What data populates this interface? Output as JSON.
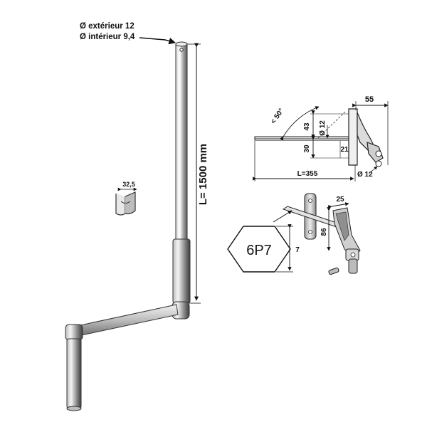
{
  "tube_specs": {
    "outer_diameter": "Ø extérieur 12",
    "inner_diameter": "Ø intérieur 9,4"
  },
  "crank": {
    "length_label": "L= 1500 mm"
  },
  "clip": {
    "width_label": "32,5"
  },
  "bracket_top": {
    "width_55": "55",
    "angle": "< 50°",
    "dim_43": "43",
    "dia_12_top": "Ø 12",
    "dim_30": "30",
    "dim_21": "21",
    "length": "L=355",
    "dia_12_bottom": "Ø 12"
  },
  "bracket_iso": {
    "width_25": "25",
    "height_86": "86"
  },
  "hex_key": {
    "label": "6P7",
    "size": "7"
  }
}
